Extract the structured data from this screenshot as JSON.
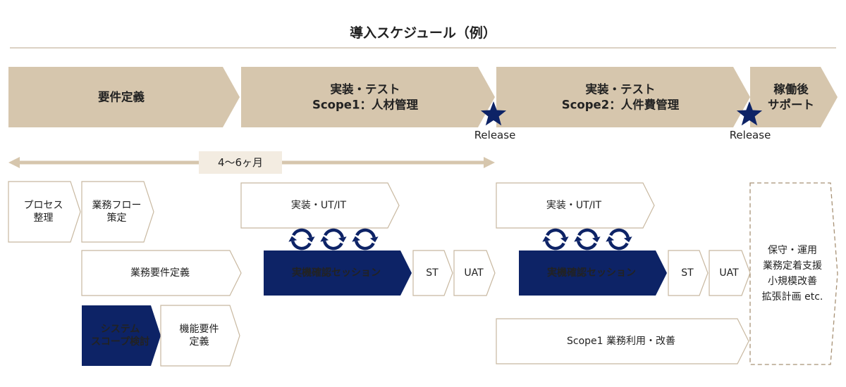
{
  "title": "導入スケジュール（例）",
  "colors": {
    "tan": "#d6c6ad",
    "navy": "#0d2366",
    "outline": "#c8b8a0",
    "rule": "#c8b8a0",
    "duration_label_bg": "#f3ece1",
    "text": "#222222",
    "white": "#ffffff"
  },
  "phases": [
    {
      "lines": [
        "要件定義"
      ]
    },
    {
      "lines": [
        "実装・テスト",
        "Scope1：人材管理"
      ]
    },
    {
      "lines": [
        "実装・テスト",
        "Scope2：人件費管理"
      ]
    },
    {
      "lines": [
        "稼働後",
        "サポート"
      ]
    }
  ],
  "milestones": [
    {
      "label": "Release",
      "icon": "star-icon"
    },
    {
      "label": "Release",
      "icon": "star-icon"
    }
  ],
  "duration": {
    "label": "4〜6ヶ月",
    "icon": "double-arrow-icon"
  },
  "tasks": {
    "process": [
      "プロセス",
      "整理"
    ],
    "flow": [
      "業務フロー",
      "策定"
    ],
    "business_req": [
      "業務要件定義"
    ],
    "system_scope": [
      "システム",
      "スコープ検討"
    ],
    "func_req": [
      "機能要件",
      "定義"
    ],
    "impl1": [
      "実装・UT/IT"
    ],
    "session1": [
      "実機確認セッション"
    ],
    "st1": [
      "ST"
    ],
    "uat1": [
      "UAT"
    ],
    "impl2": [
      "実装・UT/IT"
    ],
    "session2": [
      "実機確認セッション"
    ],
    "st2": [
      "ST"
    ],
    "uat2": [
      "UAT"
    ],
    "scope1_use": [
      "Scope1 業務利用・改善"
    ],
    "support": [
      "保守・運用",
      "業務定着支援",
      "小規模改善",
      "拡張計画 etc."
    ]
  },
  "cycle_icons": {
    "icon": "cycle-arrows-icon",
    "count_per_group": 3
  }
}
